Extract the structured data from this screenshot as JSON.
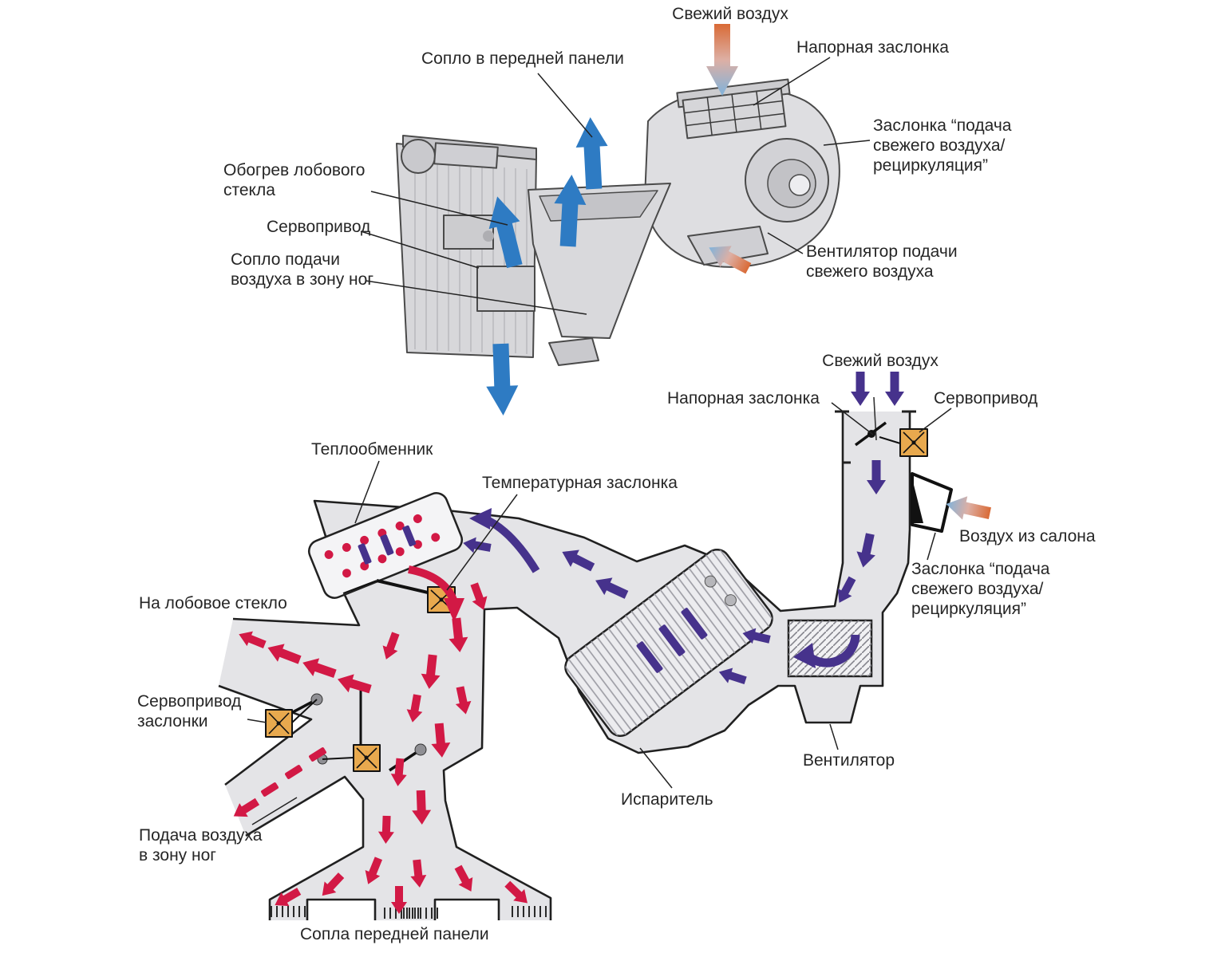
{
  "diagram": {
    "description": "Схема системы отопления и вентиляции автомобиля",
    "labels": {
      "fresh_air_top": "Свежий воздух",
      "front_panel_nozzle": "Сопло в передней панели",
      "pressure_damper_top": "Напорная заслонка",
      "recirc_damper_top": "Заслонка “подача свежего воздуха/ рециркуляция”",
      "windshield_heating": "Обогрев лобового стекла",
      "servo_top": "Сервопривод",
      "foot_zone_nozzle": "Сопло подачи воздуха в зону ног",
      "fresh_air_fan": "Вентилятор подачи свежего воздуха",
      "fresh_air_bottom": "Свежий воздух",
      "pressure_damper_bottom": "Напорная заслонка",
      "servo_bottom": "Сервопривод",
      "cabin_air": "Воздух из салона",
      "recirc_damper_bottom": "Заслонка “подача свежего воздуха/ рециркуляция”",
      "heat_exchanger": "Теплообменник",
      "temperature_damper": "Температурная заслонка",
      "to_windshield": "На лобовое стекло",
      "damper_servo": "Сервопривод заслонки",
      "fan": "Вентилятор",
      "evaporator": "Испаритель",
      "foot_zone_supply": "Подача воздуха в зону ног",
      "front_panel_nozzles": "Сопла передней панели"
    },
    "colors": {
      "cold_flow": "#46328c",
      "warm_flow": "#d21945",
      "duct_fill": "#e4e4e7",
      "outline": "#202020",
      "servo_fill": "#e8a94e",
      "defrost_arrow": "#2e7bc3",
      "label_text": "#262626"
    }
  }
}
